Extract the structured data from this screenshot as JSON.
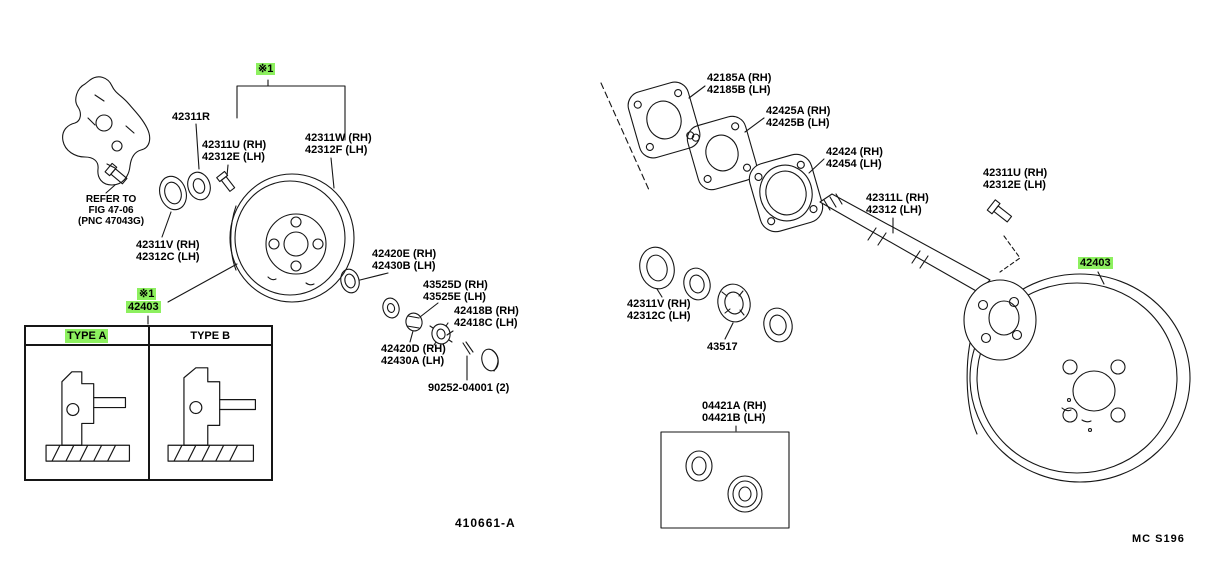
{
  "colors": {
    "highlight": "#8DF05F",
    "ink": "#161616",
    "background": "#FFFFFF"
  },
  "left_diagram": {
    "marker_top": "※1",
    "marker_drum": "※1",
    "drum_part_highlight": "42403",
    "labels": {
      "p42311R": [
        "42311R"
      ],
      "p42311U": [
        "42311U (RH)",
        "42312E (LH)"
      ],
      "p42311W": [
        "42311W (RH)",
        "42312F (LH)"
      ],
      "refer_note": [
        "REFER TO",
        "FIG 47-06",
        "(PNC 47043G)"
      ],
      "p42311V": [
        "42311V (RH)",
        "42312C (LH)"
      ],
      "p42420E": [
        "42420E (RH)",
        "42430B (LH)"
      ],
      "p43525D": [
        "43525D (RH)",
        "43525E (LH)"
      ],
      "p42418B": [
        "42418B (RH)",
        "42418C (LH)"
      ],
      "p42420D": [
        "42420D (RH)",
        "42430A (LH)"
      ],
      "p90252": [
        "90252-04001 (2)"
      ]
    },
    "type_table": {
      "col_a": "TYPE A",
      "col_b": "TYPE B"
    },
    "figure_code": "410661-A"
  },
  "right_diagram": {
    "drum_part_highlight": "42403",
    "labels": {
      "p42185": [
        "42185A (RH)",
        "42185B (LH)"
      ],
      "p42425": [
        "42425A (RH)",
        "42425B (LH)"
      ],
      "p42424": [
        "42424 (RH)",
        "42454 (LH)"
      ],
      "p42311U": [
        "42311U (RH)",
        "42312E (LH)"
      ],
      "p42311L": [
        "42311L (RH)",
        "42312 (LH)"
      ],
      "p42311V": [
        "42311V (RH)",
        "42312C (LH)"
      ],
      "p43517": [
        "43517"
      ],
      "p04421": [
        "04421A (RH)",
        "04421B (LH)"
      ]
    },
    "sheet_code": "MC S196"
  }
}
